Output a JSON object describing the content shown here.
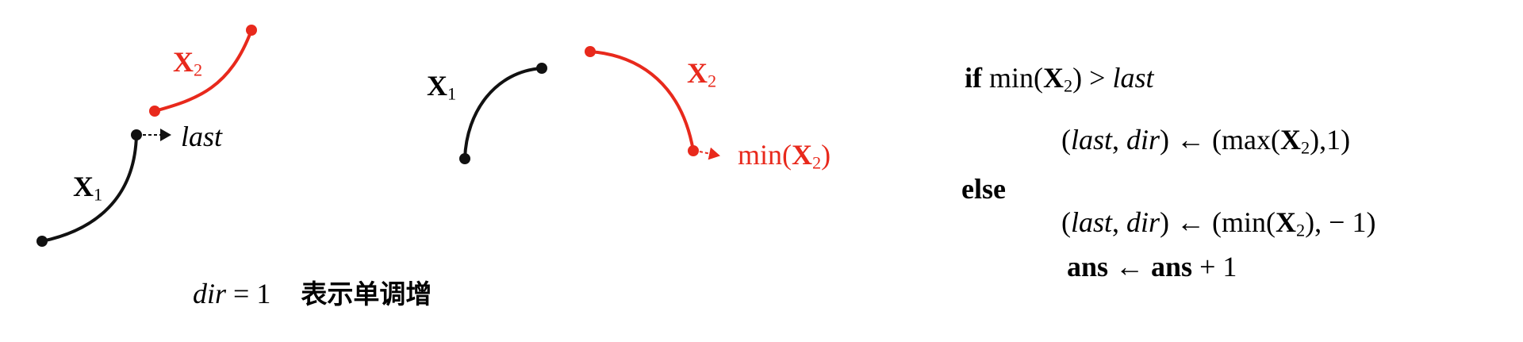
{
  "colors": {
    "black": "#111111",
    "red": "#e8291c"
  },
  "left_panel": {
    "x2_sym": "X",
    "x2_sub": "2",
    "x1_sym": "X",
    "x1_sub": "1",
    "last": "last"
  },
  "mid_panel": {
    "x1_sym": "X",
    "x1_sub": "1",
    "x2_sym": "X",
    "x2_sub": "2",
    "min_pre": "min(",
    "min_sym": "X",
    "min_sub": "2",
    "min_post": ")"
  },
  "caption": {
    "dir": "dir",
    "eq": " = 1",
    "text": "表示单调增"
  },
  "algorithm": {
    "if_kw": "if",
    "if_cond_pre": " min(",
    "if_cond_sym": "X",
    "if_cond_sub": "2",
    "if_cond_post": ") > ",
    "if_last": "last",
    "l1_open": "(",
    "l1_last": "last",
    "l1_comma": ", ",
    "l1_dir": "dir",
    "l1_mid": ") ← (max(",
    "l1_sym": "X",
    "l1_sub": "2",
    "l1_end": "),1)",
    "else_kw": "else",
    "l2_open": "(",
    "l2_last": "last",
    "l2_comma": ", ",
    "l2_dir": "dir",
    "l2_mid": ") ← (min(",
    "l2_sym": "X",
    "l2_sub": "2",
    "l2_end": "), − 1)",
    "ans1": "ans",
    "arrow": " ← ",
    "ans2": "ans",
    "plus": " + 1"
  }
}
